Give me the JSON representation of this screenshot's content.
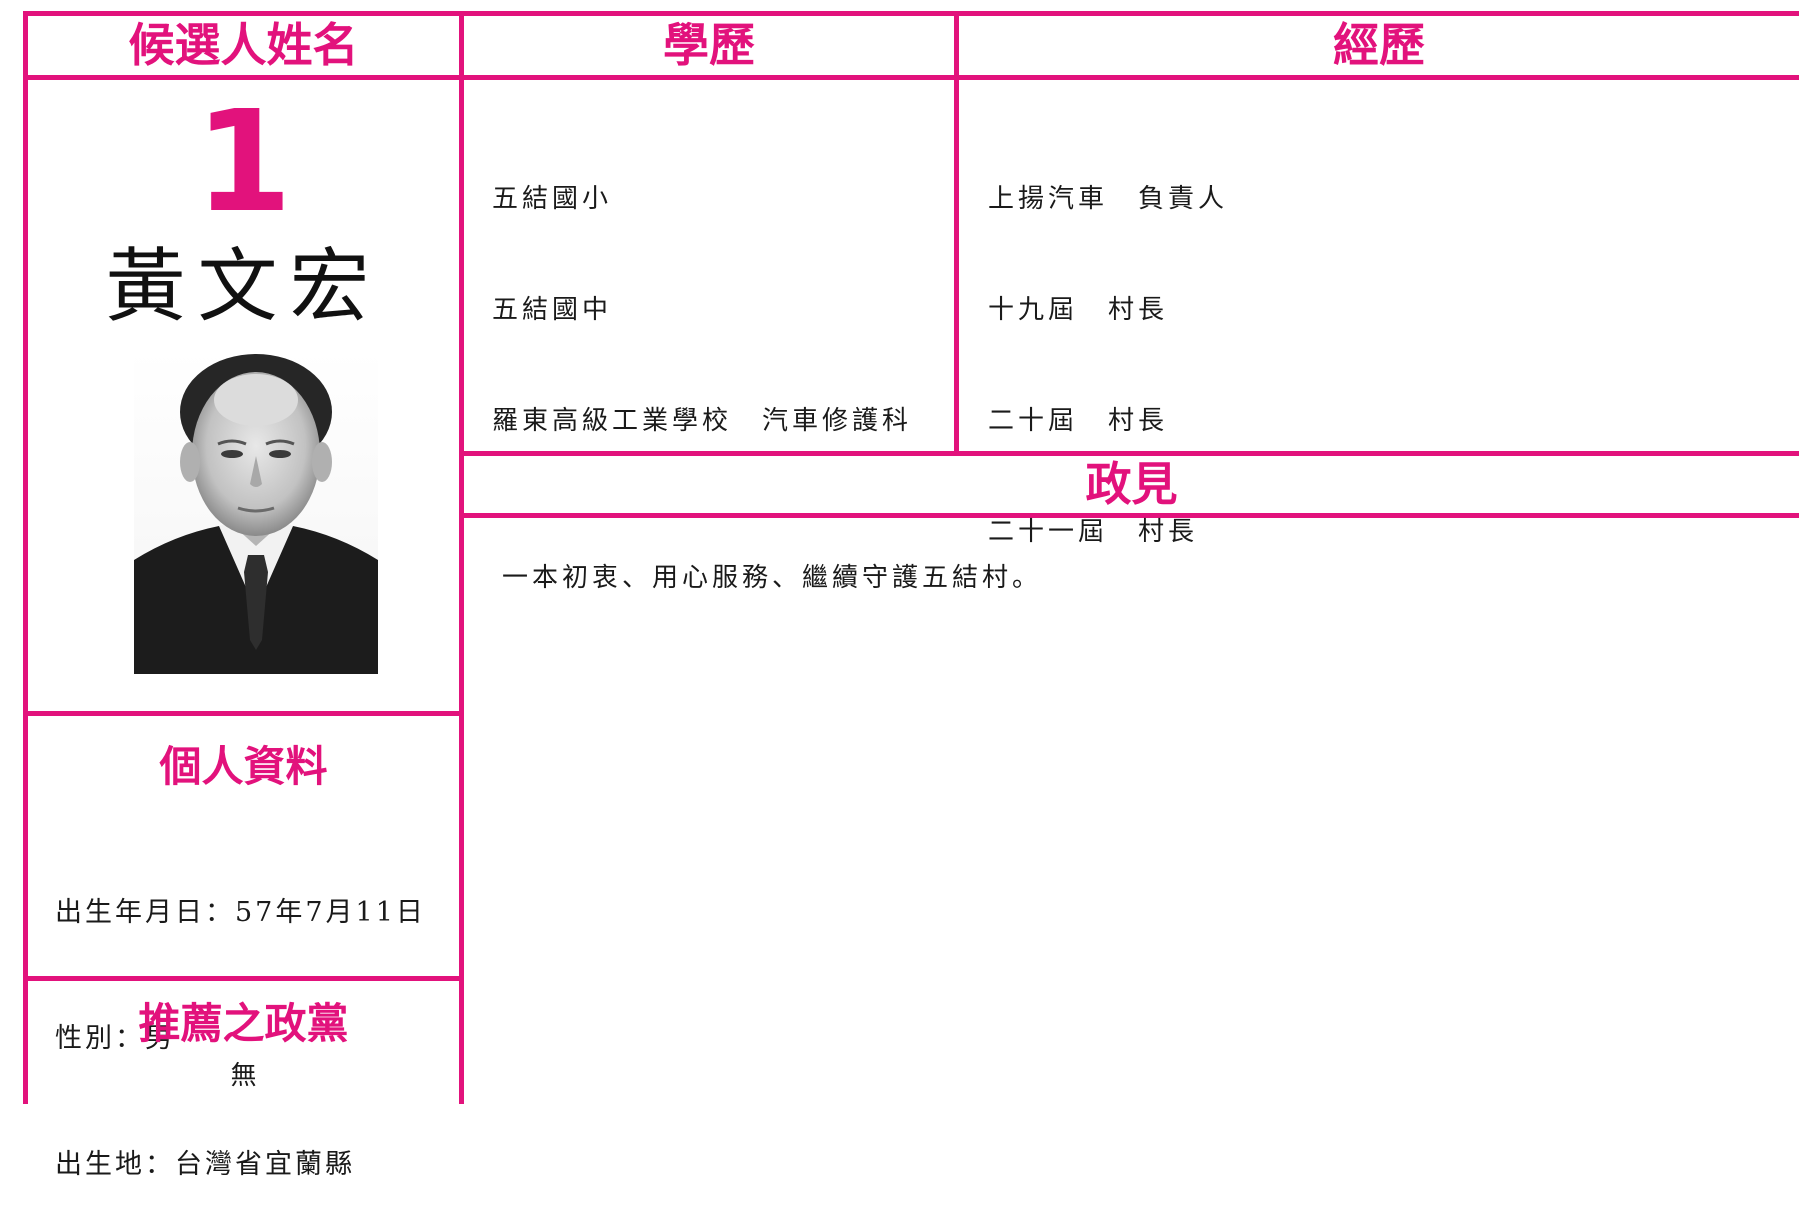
{
  "headers": {
    "candidate_name": "候選人姓名",
    "education": "學歷",
    "experience": "經歷",
    "platform": "政見",
    "personal_info": "個人資料",
    "party": "推薦之政黨"
  },
  "candidate": {
    "number": "1",
    "name": "黃文宏"
  },
  "education": [
    "五結國小",
    "五結國中",
    "羅東高級工業學校　汽車修護科"
  ],
  "experience": [
    "上揚汽車　負責人",
    "十九屆　村長",
    "二十屆　村長",
    "二十一屆　村長"
  ],
  "platform": "一本初衷、用心服務、繼續守護五結村。",
  "personal": {
    "birthdate": "出生年月日：57年7月11日",
    "gender": "性別：男",
    "birthplace": "出生地：台灣省宜蘭縣"
  },
  "party": "無",
  "colors": {
    "accent": "#e2127c",
    "text": "#1a1a1a"
  }
}
